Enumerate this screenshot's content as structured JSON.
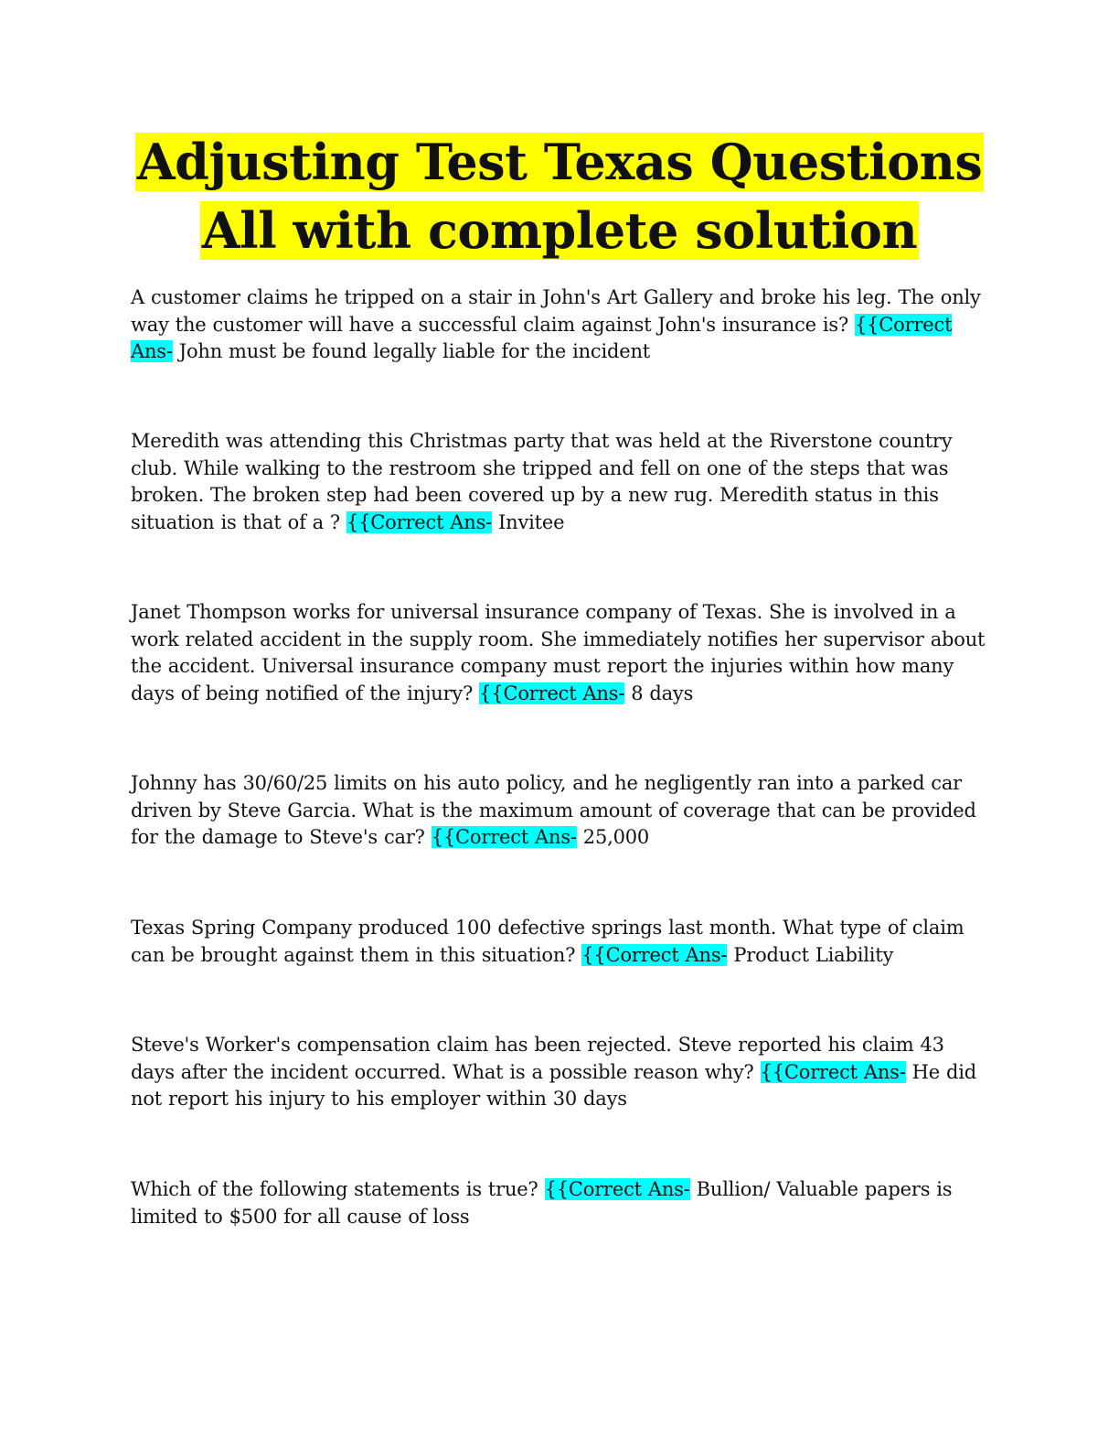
{
  "document": {
    "title_line1": "Adjusting Test Texas Questions",
    "title_line2": "All with complete solution",
    "answer_marker": "{{Correct Ans-",
    "highlight_colors": {
      "title": "#ffff00",
      "answer_marker": "#00ffff"
    },
    "items": [
      {
        "question": "A customer claims he tripped on a stair in John's Art Gallery and broke his leg. The only way the customer will have a successful claim against John's insurance is?",
        "answer": "John must be found legally liable for the incident"
      },
      {
        "question": "Meredith was attending this Christmas party that was held at the Riverstone country club. While walking to the restroom she tripped and fell on one of the steps that was broken. The broken step had been covered up by a new rug. Meredith status in this situation is that of a ?",
        "answer": "Invitee"
      },
      {
        "question": "Janet Thompson works for universal insurance company of Texas. She is involved in a work related accident in the supply room. She immediately notifies her supervisor about the accident. Universal insurance company must report the injuries within how many days of being notified of the injury?",
        "answer": "8 days"
      },
      {
        "question": "Johnny has 30/60/25 limits on his auto policy, and he negligently ran into a parked car driven by Steve Garcia. What is the maximum amount of coverage that can be provided for the damage to Steve's car?",
        "answer": "25,000"
      },
      {
        "question": "Texas Spring Company produced 100 defective springs last month. What type of claim can be brought against them in this situation?",
        "answer": "Product Liability"
      },
      {
        "question": "Steve's Worker's compensation claim has been rejected. Steve reported his claim 43 days after the incident occurred. What is a possible reason why?",
        "answer": "He did not report his injury to his employer within 30 days"
      },
      {
        "question": "Which of the following statements is true?",
        "answer": "Bullion/ Valuable papers is limited to $500 for all cause of loss"
      }
    ]
  }
}
